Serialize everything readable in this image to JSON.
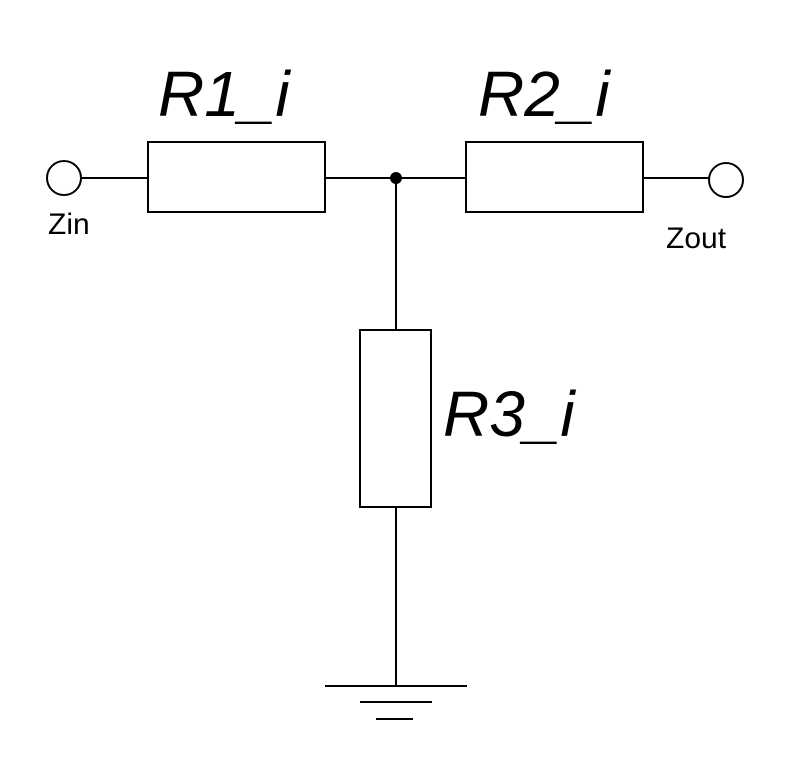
{
  "labels": {
    "r1": "R1_i",
    "r2": "R2_i",
    "r3": "R3_i",
    "input_port": "Zin",
    "output_port": "Zout"
  }
}
